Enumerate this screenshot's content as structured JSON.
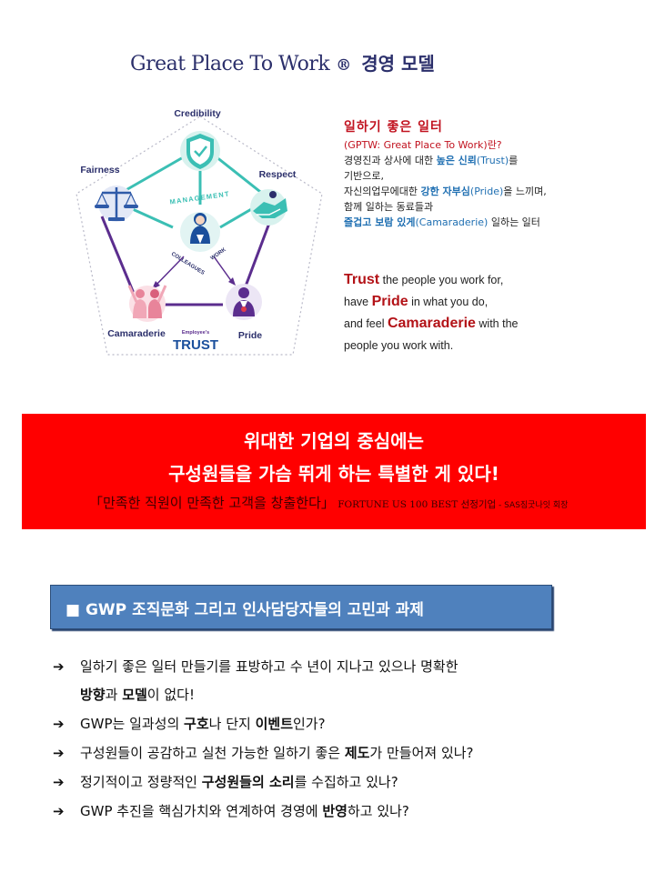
{
  "header": {
    "brand": "Great Place To Work",
    "registered": "®",
    "suffix": "경영 모델"
  },
  "model": {
    "credibility": "Credibility",
    "respect": "Respect",
    "fairness": "Fairness",
    "camaraderie": "Camaraderie",
    "pride": "Pride",
    "management": "MANAGEMENT",
    "colleagues": "COLLEAGUES",
    "work": "WORK",
    "employees": "Employee's",
    "trust": "TRUST"
  },
  "definition": {
    "title": "일하기 좋은 일터",
    "subtitle": "(GPTW: Great Place To Work)란?",
    "line1_pre": "경영진과 상사에 대한 ",
    "line1_kw": "높은 신뢰",
    "line1_kw2": "(Trust)",
    "line1_post": "를",
    "line2": "기반으로,",
    "line3_pre": "자신의업무에대한 ",
    "line3_kw": "강한 자부심",
    "line3_kw2": "(Pride)",
    "line3_post": "을 느끼며,",
    "line4": "함께 일하는 동료들과",
    "line5_kw": "즐겁고 보람 있게",
    "line5_kw2": "(Camaraderie)",
    "line5_post": " 일하는 일터"
  },
  "trust_statement": {
    "kw1": "Trust",
    "t1": " the people you work for,",
    "t2_pre": "have ",
    "kw2": "Pride",
    "t2_post": " in what you do,",
    "t3_pre": "and feel ",
    "kw3": "Camaraderie",
    "t3_post": " with  the",
    "t4": "people you work with."
  },
  "banner": {
    "line1": "위대한 기업의 중심에는",
    "line2": "구성원들을 가슴 뛰게 하는 특별한 게 있다!",
    "quote": "「만족한 직원이 만족한 고객을 창출한다」",
    "source": " FORTUNE US 100 BEST 선정기업",
    "source2": " - SAS짐굿나잇 회장"
  },
  "section": {
    "title": "■ GWP 조직문화 그리고 인사담당자들의 고민과 과제"
  },
  "bullets": {
    "arrow": "➔",
    "b1_pre": "일하기 좋은 일터 만들기를 표방하고 수 년이 지나고 있으나 명확한",
    "b1_kw1": "방향",
    "b1_mid": "과 ",
    "b1_kw2": "모델",
    "b1_post": "이 없다!",
    "b2_pre": "GWP는 일과성의 ",
    "b2_kw1": "구호",
    "b2_mid": "나 단지 ",
    "b2_kw2": "이벤트",
    "b2_post": "인가?",
    "b3_pre": "구성원들이 공감하고 실천 가능한 일하기 좋은 ",
    "b3_kw": "제도",
    "b3_post": "가 만들어져 있나?",
    "b4_pre": "정기적이고 정량적인 ",
    "b4_kw": "구성원들의 소리",
    "b4_post": "를 수집하고 있나?",
    "b5_pre": "GWP 추진을 핵심가치와 연계하여 경영에 ",
    "b5_kw": "반영",
    "b5_post": "하고 있나?"
  },
  "colors": {
    "banner_red": "#ff0000",
    "section_blue": "#4f81bd",
    "keyword_red": "#c1121f",
    "keyword_blue": "#1f6fb2",
    "teal": "#3bbfb4",
    "purple": "#5b2d8e",
    "navy": "#2b2f6b"
  },
  "icons": [
    "shield-check-icon",
    "handshake-icon",
    "scales-icon",
    "people-hug-icon",
    "medal-person-icon",
    "manager-person-icon"
  ]
}
